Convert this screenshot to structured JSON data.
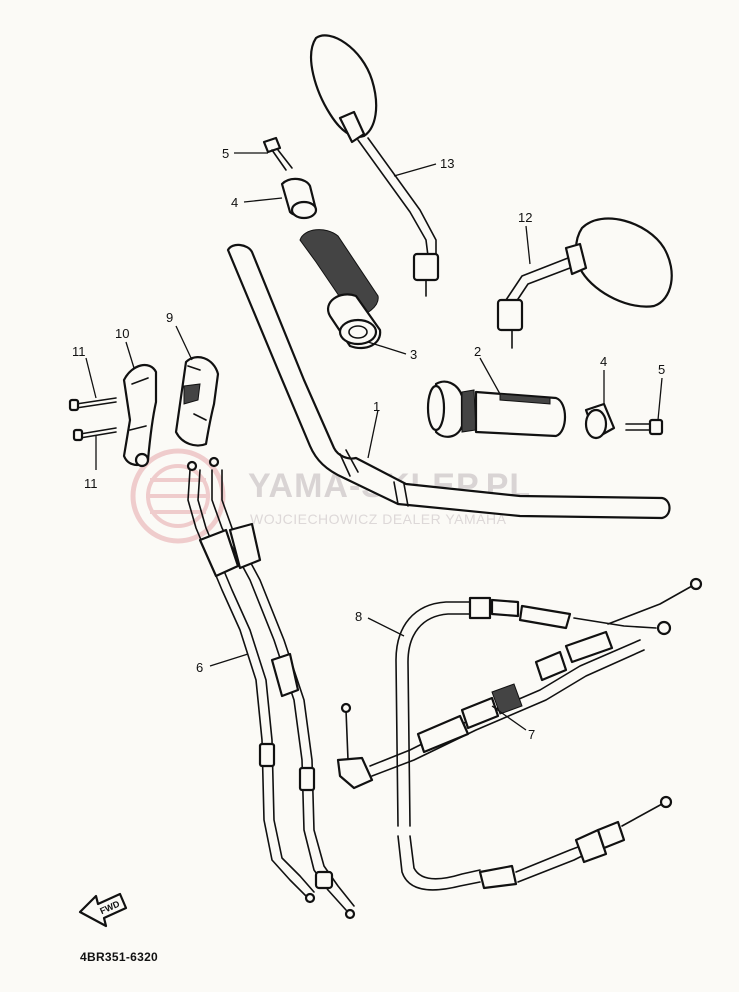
{
  "watermark": {
    "title": "YAMA-SKLEP.PL",
    "subtitle": "WOJCIECHOWICZ DEALER YAMAHA"
  },
  "figure_code": "4BR351-6320",
  "forward_arrow_label": "FWD",
  "callouts": {
    "c1": "1",
    "c2": "2",
    "c3": "3",
    "c4a": "4",
    "c4b": "4",
    "c5a": "5",
    "c5b": "5",
    "c6": "6",
    "c7": "7",
    "c8": "8",
    "c9": "9",
    "c10": "10",
    "c11a": "11",
    "c11b": "11",
    "c12": "12",
    "c13": "13"
  },
  "colors": {
    "watermark_red": "#e7a7ab",
    "ink": "#111111"
  }
}
